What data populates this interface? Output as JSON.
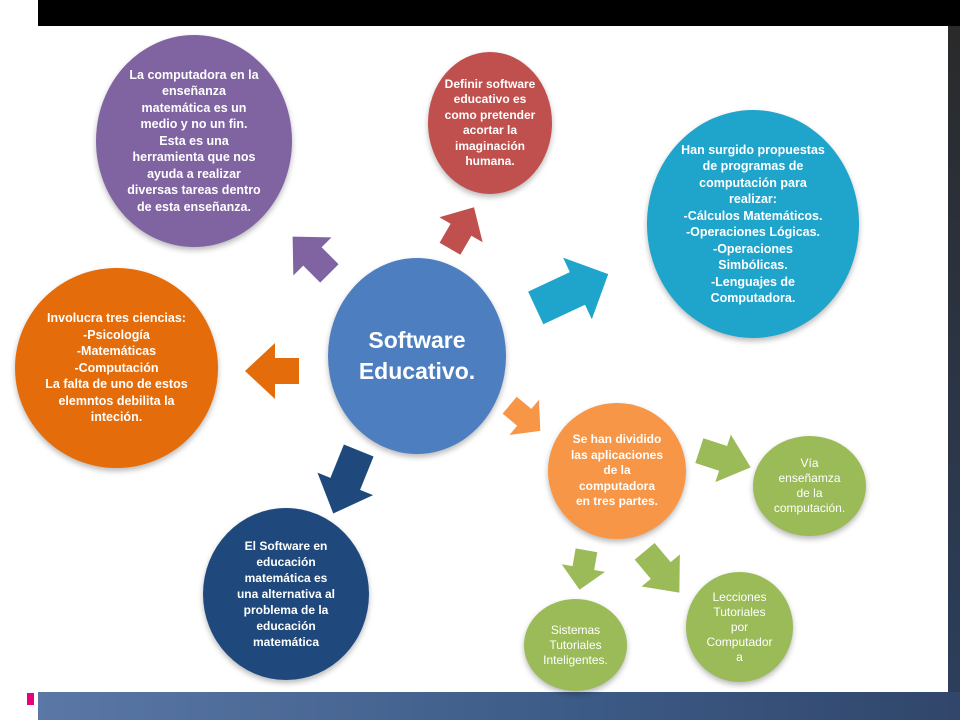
{
  "center": {
    "text": "Software\nEducativo."
  },
  "nodes": {
    "purple": "La computadora en la\nenseñanza\nmatemática es un\nmedio y no un fin.\nEsta es una\nherramienta que nos\nayuda a realizar\ndiversas tareas dentro\nde esta enseñanza.",
    "red": "Definir software\neducativo es\ncomo pretender\nacortar la\nimaginación\nhumana.",
    "teal": "Han surgido propuestas\nde programas de\ncomputación para\nrealizar:\n-Cálculos Matemáticos.\n-Operaciones Lógicas.\n-Operaciones\nSimbólicas.\n-Lenguajes de\nComputadora.",
    "orange": "Involucra tres ciencias:\n-Psicología\n-Matemáticas\n-Computación\nLa falta de uno de estos\nelemntos debilita la\ninteción.",
    "navy": "El Software en\neducación\nmatemática es\nuna alternativa al\nproblema de la\neducación\nmatemática",
    "peach": "Se han dividido\nlas aplicaciones\nde la\ncomputadora\nen tres partes.",
    "green_via": "Vía\nenseñamza\nde la\ncomputación.",
    "green_lecciones": "Lecciones\nTutoriales\npor\nComputador\na",
    "green_sistemas": "Sistemas\nTutoriales\nInteligentes."
  },
  "colors": {
    "center": "#4d7ebf",
    "purple": "#8064a2",
    "red": "#c0504d",
    "teal": "#1fa4cc",
    "orange": "#e46c0a",
    "navy": "#1f497d",
    "peach": "#f79646",
    "green": "#9bbb59"
  }
}
